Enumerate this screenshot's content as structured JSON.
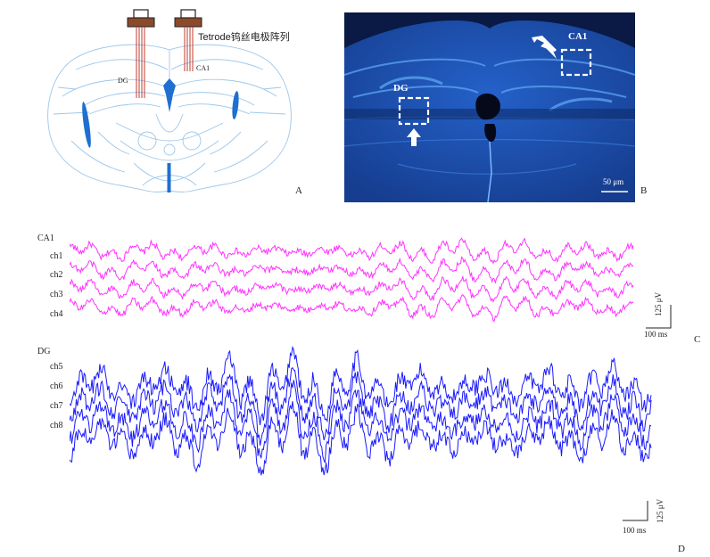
{
  "panel_a": {
    "letter": "A",
    "electrode_label": "Tetrode钨丝电极阵列",
    "dg_label": "DG",
    "ca1_label": "CA1",
    "line_color": "#9ec7ea",
    "lesion_color": "#1f6fd0",
    "wire_color": "#c0392b",
    "connector_color": "#8b4a2b"
  },
  "panel_b": {
    "letter": "B",
    "ca1_label": "CA1",
    "dg_label": "DG",
    "scale_label": "50 μm",
    "background_color": "#0a1a44",
    "tissue_color": "#1e5fd0"
  },
  "panel_c": {
    "letter": "C",
    "region_label": "CA1",
    "channels": [
      "ch1",
      "ch2",
      "ch3",
      "ch4"
    ],
    "trace_color": "#ff33ff",
    "scale_time": "100 ms",
    "scale_amp": "125 μV"
  },
  "panel_d": {
    "letter": "D",
    "region_label": "DG",
    "channels": [
      "ch5",
      "ch6",
      "ch7",
      "ch8"
    ],
    "trace_color": "#1a1aff",
    "scale_time": "100 ms",
    "scale_amp": "125 μV"
  }
}
